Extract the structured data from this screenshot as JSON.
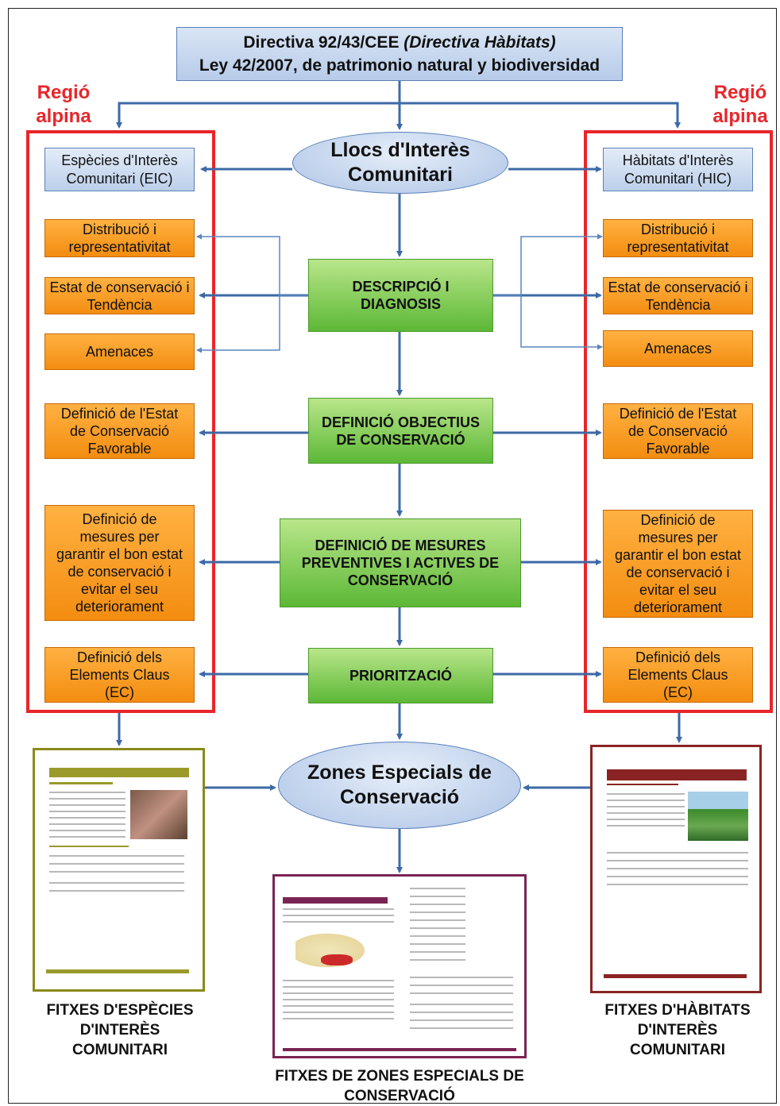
{
  "top": {
    "line1_a": "Directiva 92/43/CEE ",
    "line1_b": "(Directiva Hàbitats)",
    "line2": "Ley 42/2007, de patrimonio natural y biodiversidad"
  },
  "regions": {
    "left_label_1": "Regió",
    "left_label_2": "alpina",
    "right_label_1": "Regió",
    "right_label_2": "alpina"
  },
  "center": {
    "llocs_1": "Llocs d'Interès",
    "llocs_2": "Comunitari",
    "descripcio_1": "DESCRIPCIÓ I",
    "descripcio_2": "DIAGNOSIS",
    "objectius_1": "DEFINICIÓ  OBJECTIUS",
    "objectius_2": "DE CONSERVACIÓ",
    "mesures_1": "DEFINICIÓ DE MESURES",
    "mesures_2": "PREVENTIVES I ACTIVES DE",
    "mesures_3": "CONSERVACIÓ",
    "prioritzacio": "PRIORITZACIÓ",
    "zec_1": "Zones Especials de",
    "zec_2": "Conservació"
  },
  "left": {
    "eic_1": "Espècies d'Interès",
    "eic_2": "Comunitari (EIC)",
    "dist_1": "Distribució i",
    "dist_2": "representativitat",
    "estat_1": "Estat de conservació i",
    "estat_2": "Tendència",
    "amenaces": "Amenaces",
    "fav_1": "Definició de l'Estat",
    "fav_2": "de Conservació",
    "fav_3": "Favorable",
    "mes_1": "Definició de",
    "mes_2": "mesures per",
    "mes_3": "garantir el bon estat",
    "mes_4": "de conservació i",
    "mes_5": "evitar el seu",
    "mes_6": "deteriorament",
    "ec_1": "Definició dels",
    "ec_2": "Elements Claus",
    "ec_3": "(EC)"
  },
  "right": {
    "hic_1": "Hàbitats d'Interès",
    "hic_2": "Comunitari (HIC)",
    "dist_1": "Distribució i",
    "dist_2": "representativitat",
    "estat_1": "Estat de conservació i",
    "estat_2": "Tendència",
    "amenaces": "Amenaces",
    "fav_1": "Definició de l'Estat",
    "fav_2": "de Conservació",
    "fav_3": "Favorable",
    "mes_1": "Definició de",
    "mes_2": "mesures per",
    "mes_3": "garantir el bon estat",
    "mes_4": "de conservació i",
    "mes_5": "evitar el seu",
    "mes_6": "deteriorament",
    "ec_1": "Definició dels",
    "ec_2": "Elements Claus",
    "ec_3": "(EC)"
  },
  "captions": {
    "left_1": "FITXES D'ESPÈCIES",
    "left_2": "D'INTERÈS",
    "left_3": "COMUNITARI",
    "right_1": "FITXES D'HÀBITATS",
    "right_2": "D'INTERÈS",
    "right_3": "COMUNITARI",
    "center_1": "FITXES DE ZONES ESPECIALS DE",
    "center_2": "CONSERVACIÓ"
  },
  "colors": {
    "region_border": "#e8262a",
    "arrow": "#3d6aa6",
    "orange": "#f7a030",
    "green": "#7cc84a",
    "blue_box": "#c9d8ef"
  }
}
